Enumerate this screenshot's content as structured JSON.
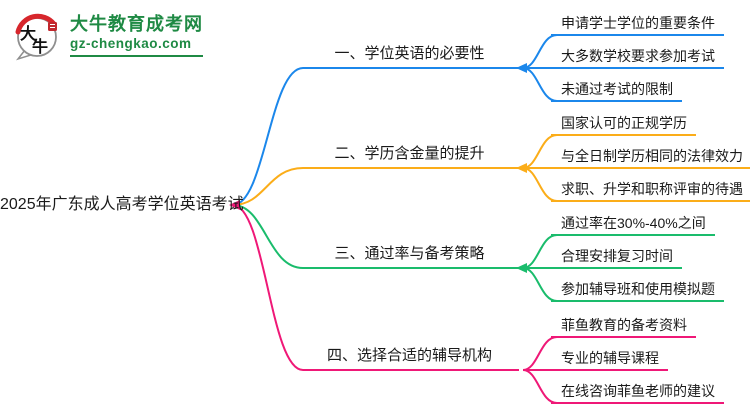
{
  "logo": {
    "icon_text": "大牛",
    "title": "大牛教育成考网",
    "domain": "gz-chengkao.com",
    "green": "#1f8a44",
    "red": "#d7262c"
  },
  "mindmap": {
    "root": "2025年广东成人高考学位英语考试",
    "branches": [
      {
        "label": "一、学位英语的必要性",
        "color": "#1b87eb",
        "children": [
          "申请学士学位的重要条件",
          "大多数学校要求参加考试",
          "未通过考试的限制"
        ]
      },
      {
        "label": "二、学历含金量的提升",
        "color": "#fbad19",
        "children": [
          "国家认可的正规学历",
          "与全日制学历相同的法律效力",
          "求职、升学和职称评审的待遇"
        ]
      },
      {
        "label": "三、通过率与备考策略",
        "color": "#1abc6c",
        "children": [
          "通过率在30%-40%之间",
          "合理安排复习时间",
          "参加辅导班和使用模拟题"
        ]
      },
      {
        "label": "四、选择合适的辅导机构",
        "color": "#ef1877",
        "children": [
          "菲鱼教育的备考资料",
          "专业的辅导课程",
          "在线咨询菲鱼老师的建议"
        ]
      }
    ]
  }
}
